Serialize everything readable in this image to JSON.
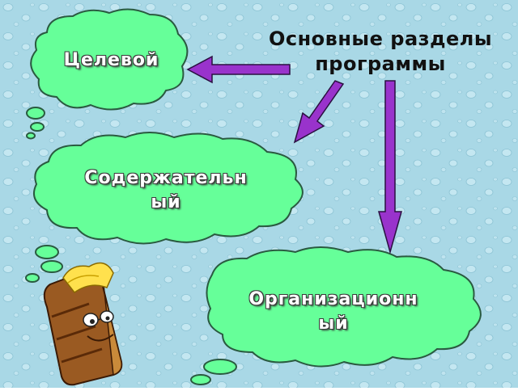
{
  "title": {
    "line1": "Основные разделы",
    "line2": "программы"
  },
  "sections": [
    {
      "line1": "Целевой",
      "line2": ""
    },
    {
      "line1": "Содержательн",
      "line2": "ый"
    },
    {
      "line1": "Организационн",
      "line2": "ый"
    }
  ],
  "colors": {
    "background": "#a9d8e6",
    "cloud_fill": "#66ff99",
    "cloud_stroke": "#2a5a40",
    "arrow": "#9933cc",
    "label_text": "#ffffff"
  },
  "icons": [
    "book-character-icon"
  ]
}
